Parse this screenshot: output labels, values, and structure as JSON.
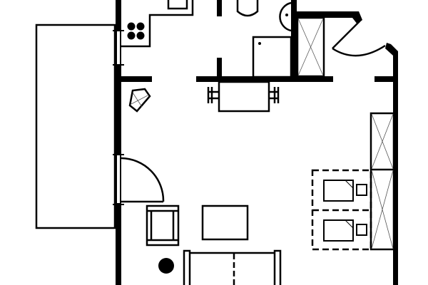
{
  "plan": {
    "colors": {
      "line": "#000000",
      "background": "#ffffff",
      "fixture_hatch": "#555555"
    },
    "rooms": [
      "balcony",
      "kitchen",
      "bathroom",
      "entrance",
      "living-room",
      "sleeping-area"
    ],
    "furniture": [
      "stove",
      "kitchen-sink",
      "toilet",
      "washbasin",
      "shower",
      "dining-table",
      "dining-chairs",
      "plant",
      "armchair",
      "coffee-table",
      "floor-lamp",
      "sofa",
      "beds",
      "wardrobe",
      "entrance-closet"
    ]
  }
}
